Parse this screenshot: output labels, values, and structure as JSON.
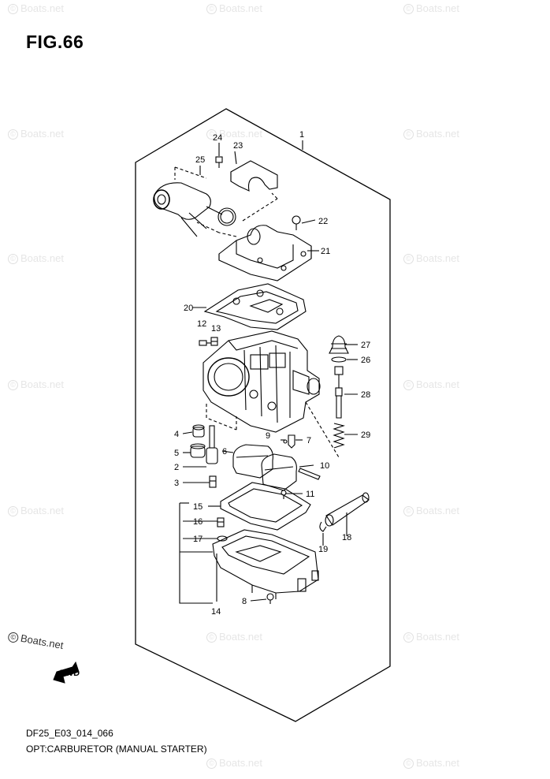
{
  "figure_title": "FIG.66",
  "drawing_code": "DF25_E03_014_066",
  "caption": "OPT:CARBURETOR (MANUAL STARTER)",
  "watermark": "Boats.net",
  "brand_mark": "Boats.net",
  "fwd_label": "FWD",
  "callouts": [
    "1",
    "2",
    "3",
    "4",
    "5",
    "6",
    "7",
    "8",
    "9",
    "10",
    "11",
    "12",
    "13",
    "14",
    "15",
    "16",
    "17",
    "18",
    "19",
    "20",
    "21",
    "22",
    "23",
    "24",
    "25",
    "26",
    "27",
    "28",
    "29"
  ]
}
